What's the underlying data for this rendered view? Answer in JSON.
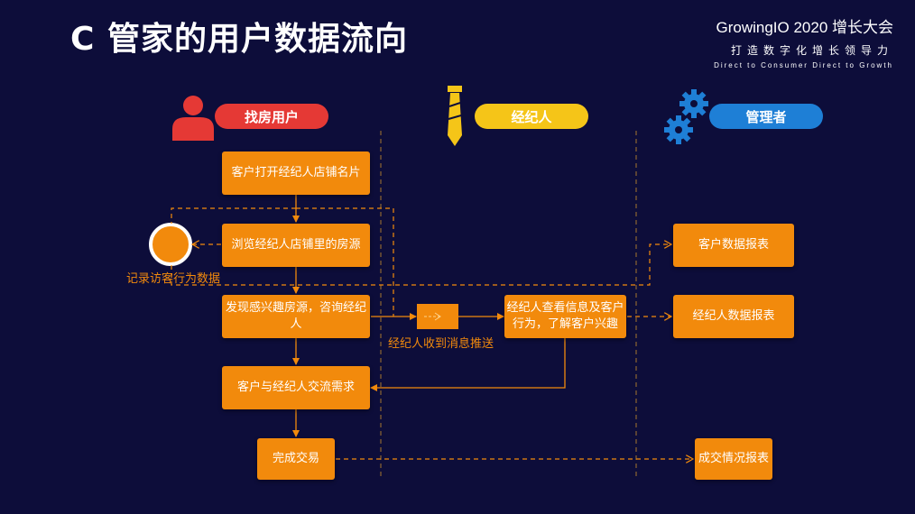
{
  "title": "C 管家的用户数据流向",
  "brand": {
    "name": "GrowingIO 2020 增长大会",
    "slogan": "打造数字化增长领导力",
    "sub": "Direct to Consumer Direct to Growth"
  },
  "roles": {
    "user": "找房用户",
    "agent": "经纪人",
    "manager": "管理者"
  },
  "boxes": {
    "open_card": "客户打开经纪人店铺名片",
    "browse": "浏览经纪人店铺里的房源",
    "consult": "发现感兴趣房源，咨询经纪人",
    "communicate": "客户与经纪人交流需求",
    "deal": "完成交易",
    "agent_view_line1": "经纪人查看信息及客户",
    "agent_view_line2": "行为，了解客户兴趣",
    "customer_report": "客户数据报表",
    "agent_report": "经纪人数据报表",
    "deal_report": "成交情况报表"
  },
  "labels": {
    "record": "记录访客行为数据",
    "push": "经纪人收到消息推送"
  },
  "colors": {
    "background": "#0d0d3a",
    "box": "#f28a0c",
    "user_role": "#e53935",
    "agent_role": "#f5c518",
    "manager_role": "#1e7fd6",
    "line": "#f28a0c"
  }
}
